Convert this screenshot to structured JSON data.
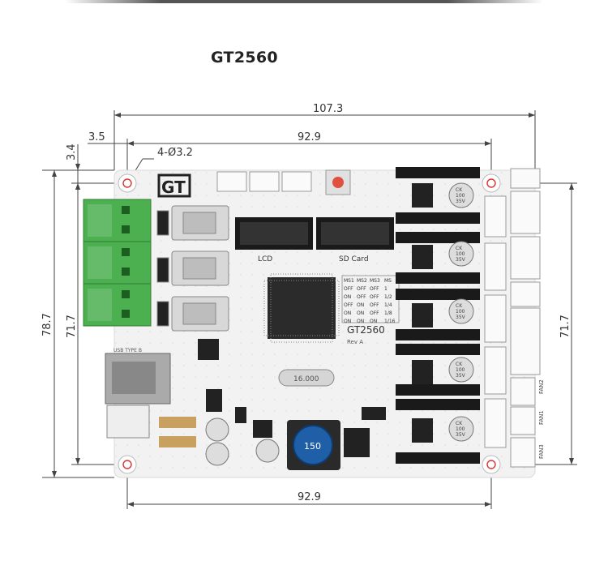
{
  "title": "GT2560",
  "dimensions": {
    "overall_width": "107.3",
    "hole_spacing_top": "92.9",
    "hole_spacing_bottom": "92.9",
    "left_offset": "3.5",
    "top_offset": "3.4",
    "hole_spec": "4-Ø3.2",
    "overall_height": "78.7",
    "hole_spacing_left": "71.7",
    "hole_spacing_right": "71.7"
  },
  "board_labels": {
    "logo": "GT",
    "lcd": "LCD",
    "sd_card": "SD Card",
    "board_name": "GT2560",
    "revision": "Rev A",
    "crystal": "16.000",
    "inductor": "150",
    "cap_lines": [
      "CK",
      "100",
      "35V"
    ],
    "fan_labels": [
      "FAN2",
      "FAN1",
      "FAN3"
    ],
    "usb": "USB TYPE B"
  },
  "microstep_table": {
    "headers": [
      "MS1",
      "MS2",
      "MS3",
      "MS"
    ],
    "rows": [
      [
        "OFF",
        "OFF",
        "OFF",
        "1"
      ],
      [
        "ON",
        "OFF",
        "OFF",
        "1/2"
      ],
      [
        "OFF",
        "ON",
        "OFF",
        "1/4"
      ],
      [
        "ON",
        "ON",
        "OFF",
        "1/8"
      ],
      [
        "ON",
        "ON",
        "ON",
        "1/16"
      ]
    ]
  },
  "colors": {
    "board": "#f2f2f2",
    "terminal": "#4caf50",
    "header": "#1a1a1a",
    "mcu": "#2b2b2b",
    "button": "#e05040",
    "inductor": "#1e5fa8"
  }
}
